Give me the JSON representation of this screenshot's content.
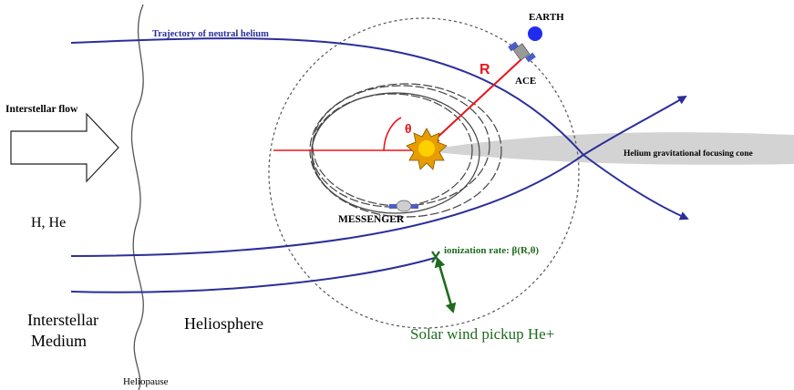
{
  "labels": {
    "trajectory": "Trajectory of neutral helium",
    "earth": "EARTH",
    "r": "R",
    "ace": "ACE",
    "theta": "θ",
    "interstellar_flow": "Interstellar flow",
    "focusing_cone": "Helium gravitational focusing cone",
    "h_he": "H,  He",
    "messenger": "MESSENGER",
    "ionization_rate": "ionization  rate:  β(R,θ)",
    "interstellar": "Interstellar",
    "medium": "Medium",
    "heliosphere": "Heliosphere",
    "pickup": "Solar wind pickup He+",
    "heliopause": "Heliopause"
  },
  "colors": {
    "trajectory": "#2b2e9a",
    "radius": "#e8141b",
    "ionization": "#1f6b1f",
    "earth": "#1f2cf0",
    "sun": "#f3b400",
    "cone": "#cfcfcf"
  }
}
